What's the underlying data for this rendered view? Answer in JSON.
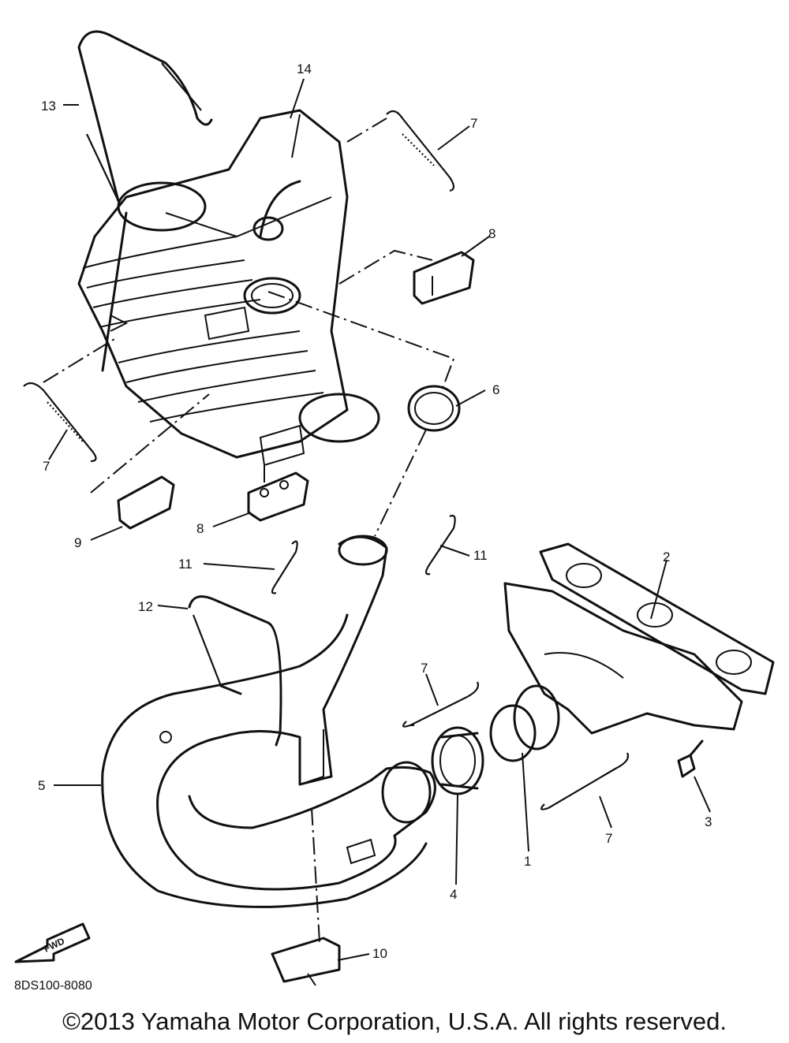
{
  "diagram_code": "8DS100-8080",
  "fwd_label": "FWD",
  "copyright": "©2013 Yamaha Motor Corporation, U.S.A. All rights reserved.",
  "callouts": [
    {
      "id": "c14a",
      "label": "14"
    },
    {
      "id": "c13",
      "label": "13"
    },
    {
      "id": "c7a",
      "label": "7"
    },
    {
      "id": "c8a",
      "label": "8"
    },
    {
      "id": "c6",
      "label": "6"
    },
    {
      "id": "c7b",
      "label": "7"
    },
    {
      "id": "c9",
      "label": "9"
    },
    {
      "id": "c8b",
      "label": "8"
    },
    {
      "id": "c11a",
      "label": "11"
    },
    {
      "id": "c11b",
      "label": "11"
    },
    {
      "id": "c2",
      "label": "2"
    },
    {
      "id": "c12",
      "label": "12"
    },
    {
      "id": "c7c",
      "label": "7"
    },
    {
      "id": "c5",
      "label": "5"
    },
    {
      "id": "c3",
      "label": "3"
    },
    {
      "id": "c7d",
      "label": "7"
    },
    {
      "id": "c1",
      "label": "1"
    },
    {
      "id": "c4",
      "label": "4"
    },
    {
      "id": "c10",
      "label": "10"
    }
  ]
}
